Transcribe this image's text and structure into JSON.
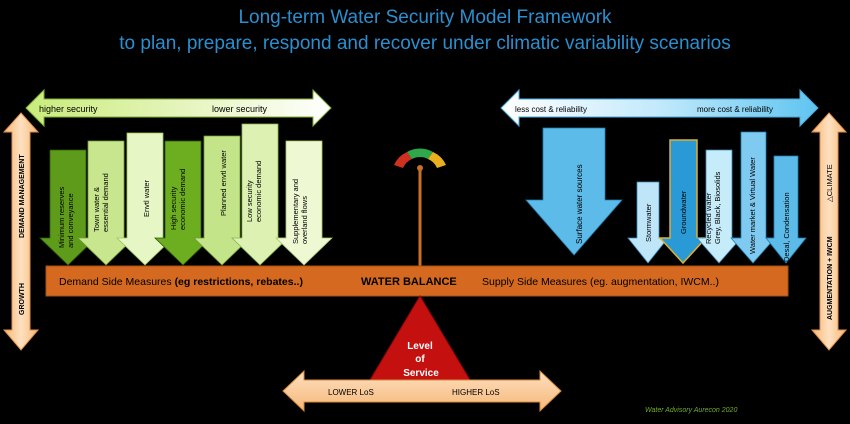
{
  "title": {
    "line1": "Long-term Water Security Model Framework",
    "line2": "to plan, prepare, respond and recover under climatic variability scenarios"
  },
  "top_left_arrow": {
    "left": "higher security",
    "right": "lower security"
  },
  "top_right_arrow": {
    "left": "less cost & reliability",
    "right": "more cost & reliability"
  },
  "left_side_arrow": {
    "top": "DEMAND MANAGEMENT",
    "bottom": "GROWTH"
  },
  "right_side_arrow": {
    "top": "△CLIMATE",
    "bottom": "AUGMENTATION + IWCM"
  },
  "demand_arrows": [
    "Minimum reserves and conveyance",
    "Town water & essential demand",
    "Envtl water",
    "High security economic demand",
    "Planned envtl water",
    "Low security economic demand",
    "Supplementary and overland flows"
  ],
  "supply_arrows": [
    "Surface water sources",
    "Stormwater",
    "Groundwater",
    "Recycled water Grey, Black, Biosolids",
    "Water market & Virtual Water",
    "Desal, Condensation"
  ],
  "balance_bar": {
    "demand_plain": "Demand Side Measures ",
    "demand_bold": "(eg restrictions, rebates..)",
    "center": "WATER BALANCE",
    "supply": "Supply Side Measures (eg. augmentation, IWCM..)"
  },
  "fulcrum": {
    "line1": "Level",
    "line2": "of",
    "line3": "Service"
  },
  "los_arrow": {
    "left": "LOWER LoS",
    "right": "HIGHER LoS"
  },
  "credit": "Water Advisory Aurecon 2020",
  "colors": {
    "title": "#2a8fd0",
    "bar": "#d2691e",
    "fulcrum": "#c81010",
    "orange_arrow": "#f6c48a",
    "green_dark": "#6aa51f",
    "green_light": "#d8f0a0",
    "blue_light": "#9fdaf5",
    "blue_mid": "#4db3e6"
  }
}
